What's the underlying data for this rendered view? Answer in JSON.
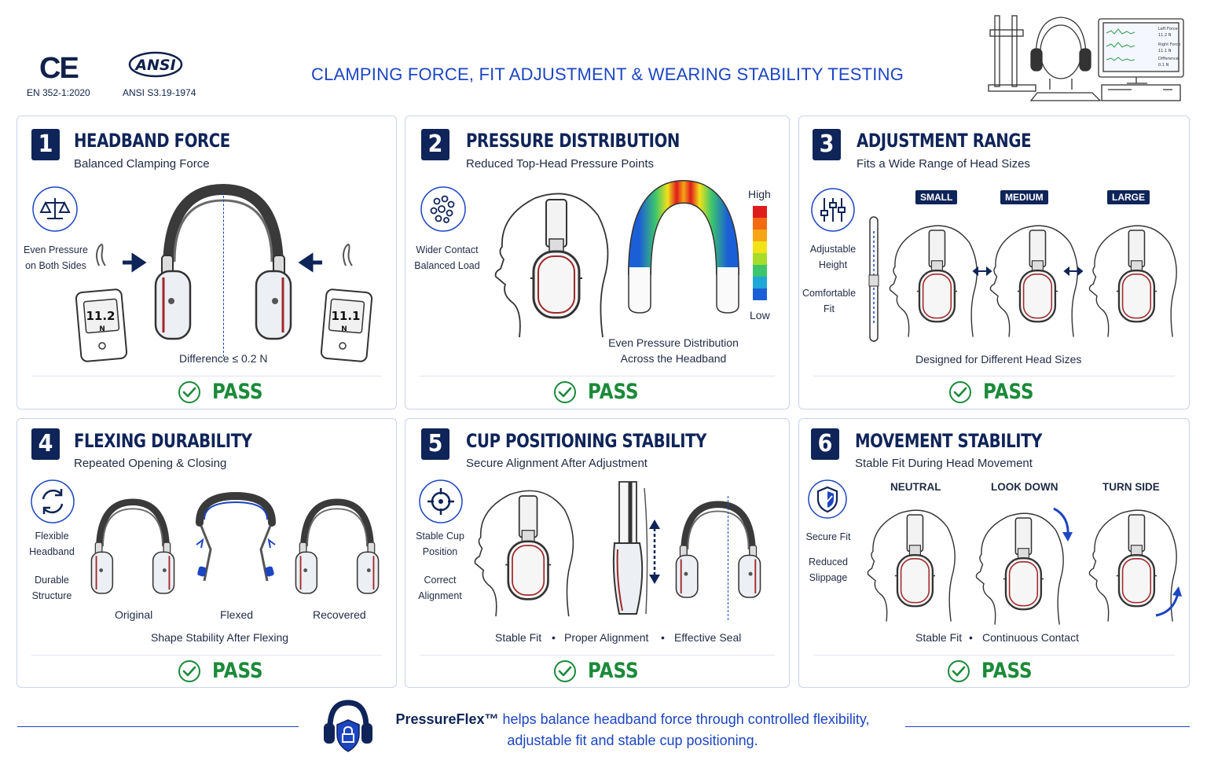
{
  "header": {
    "title": "CLAMPING FORCE, FIT ADJUSTMENT & WEARING STABILITY TESTING",
    "cert_ce_mark": "CE",
    "cert_ce_label": "EN 352-1:2020",
    "cert_ansi_mark": "ANSI",
    "cert_ansi_label": "ANSI S3.19-1974",
    "monitor_lines": [
      "Left Force",
      "11.2 N",
      "Right Force",
      "11.1 N",
      "Difference",
      "0.1 N"
    ]
  },
  "cards": [
    {
      "number": "1",
      "title": "HEADBAND FORCE",
      "subtitle": "Balanced Clamping Force",
      "side_text": "Even Pressure\non Both Sides",
      "left_gauge": "11.2",
      "right_gauge": "11.1",
      "unit": "N",
      "caption": "Difference ≤ 0.2 N",
      "result": "PASS"
    },
    {
      "number": "2",
      "title": "PRESSURE DISTRIBUTION",
      "subtitle": "Reduced Top-Head Pressure Points",
      "side_text": "Wider Contact\nBalanced Load",
      "scale_high": "High",
      "scale_low": "Low",
      "scale_colors": [
        "#e01b1b",
        "#f26a12",
        "#f5a516",
        "#f1e21a",
        "#a8dc2a",
        "#3cc56b",
        "#1ea7d8",
        "#1b5fd6"
      ],
      "caption_line1": "Even Pressure Distribution",
      "caption_line2": "Across the Headband",
      "result": "PASS"
    },
    {
      "number": "3",
      "title": "ADJUSTMENT RANGE",
      "subtitle": "Fits a Wide Range of Head Sizes",
      "side_text_1": "Adjustable\nHeight",
      "side_text_2": "Comfortable\nFit",
      "sizes": [
        "SMALL",
        "MEDIUM",
        "LARGE"
      ],
      "caption": "Designed for Different Head Sizes",
      "result": "PASS"
    },
    {
      "number": "4",
      "title": "FLEXING DURABILITY",
      "subtitle": "Repeated Opening & Closing",
      "side_text_1": "Flexible\nHeadband",
      "side_text_2": "Durable\nStructure",
      "states": [
        "Original",
        "Flexed",
        "Recovered"
      ],
      "caption": "Shape Stability After Flexing",
      "result": "PASS"
    },
    {
      "number": "5",
      "title": "CUP POSITIONING STABILITY",
      "subtitle": "Secure Alignment After Adjustment",
      "side_text_1": "Stable Cup\nPosition",
      "side_text_2": "Correct\nAlignment",
      "features": [
        "Stable Fit",
        "Proper Alignment",
        "Effective Seal"
      ],
      "result": "PASS"
    },
    {
      "number": "6",
      "title": "MOVEMENT STABILITY",
      "subtitle": "Stable Fit During Head Movement",
      "side_text_1": "Secure Fit",
      "side_text_2": "Reduced\nSlippage",
      "poses": [
        "NEUTRAL",
        "LOOK DOWN",
        "TURN SIDE"
      ],
      "features": [
        "Stable Fit",
        "Continuous Contact"
      ],
      "result": "PASS"
    }
  ],
  "footer": {
    "brand": "PressureFlex™",
    "line1_rest": " helps balance headband force through controlled flexibility,",
    "line2": "adjustable fit and stable cup positioning."
  },
  "colors": {
    "navy": "#0f2458",
    "blue": "#1c45c2",
    "pass_green": "#1b8a3a",
    "cup_red": "#a0282a"
  },
  "icons": [
    "balance-scale-icon",
    "pressure-dots-icon",
    "adjust-sliders-icon",
    "flex-cycle-icon",
    "target-crosshair-icon",
    "shield-check-icon",
    "pass-check-icon",
    "headphone-shield-logo-icon"
  ]
}
